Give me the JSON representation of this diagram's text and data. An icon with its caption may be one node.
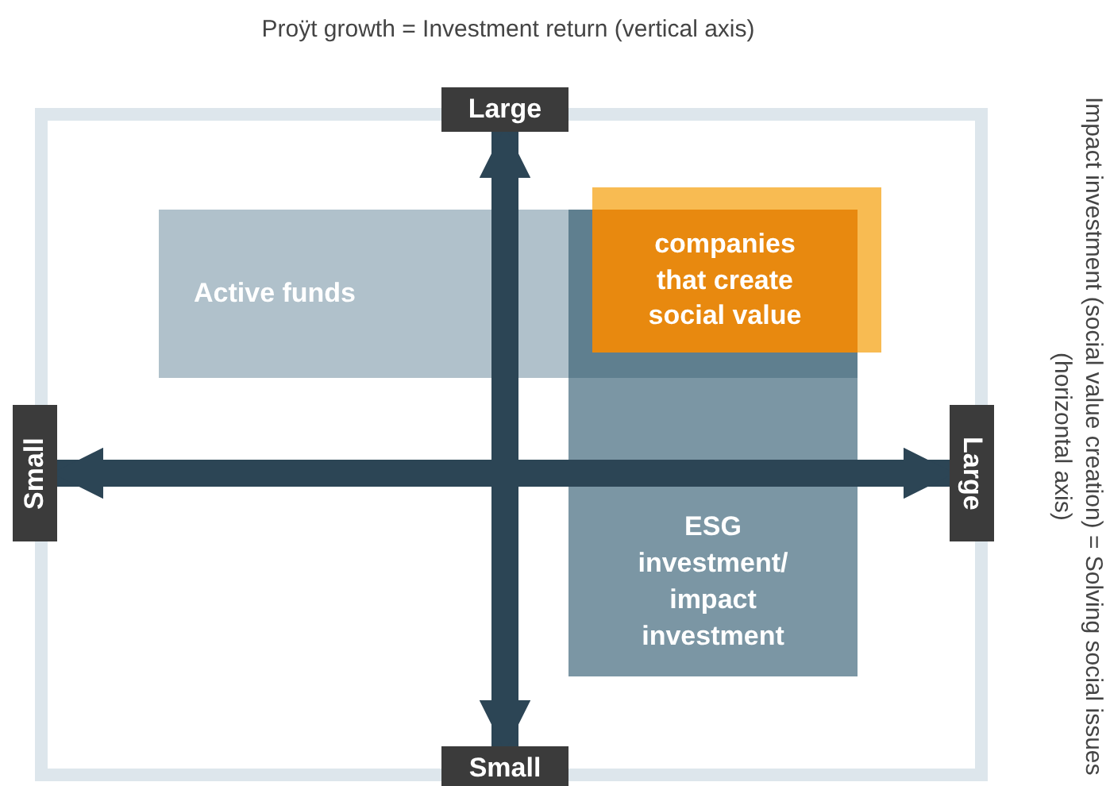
{
  "diagram": {
    "title": "Proÿt growth = Investment return (vertical axis)",
    "nodes": [
      {
        "text": [
          "Large"
        ]
      },
      {
        "text": [
          "Small"
        ]
      },
      {
        "text": [
          "Large"
        ]
      },
      {
        "text": [
          "Small"
        ]
      },
      {
        "text": [
          "Active funds"
        ]
      },
      {
        "text": [
          "companies that create social value"
        ]
      },
      {
        "text": [
          "ESG investment/ impact investment"
        ]
      }
    ],
    "edges": [
      {
        "from": 0,
        "to": 3,
        "arrow": "both"
      },
      {
        "from": 1,
        "to": 2,
        "arrow": "both"
      }
    ],
    "labels": [
      "Impact investment (social value creation) = Solving social issues (horizontal axis)"
    ]
  }
}
